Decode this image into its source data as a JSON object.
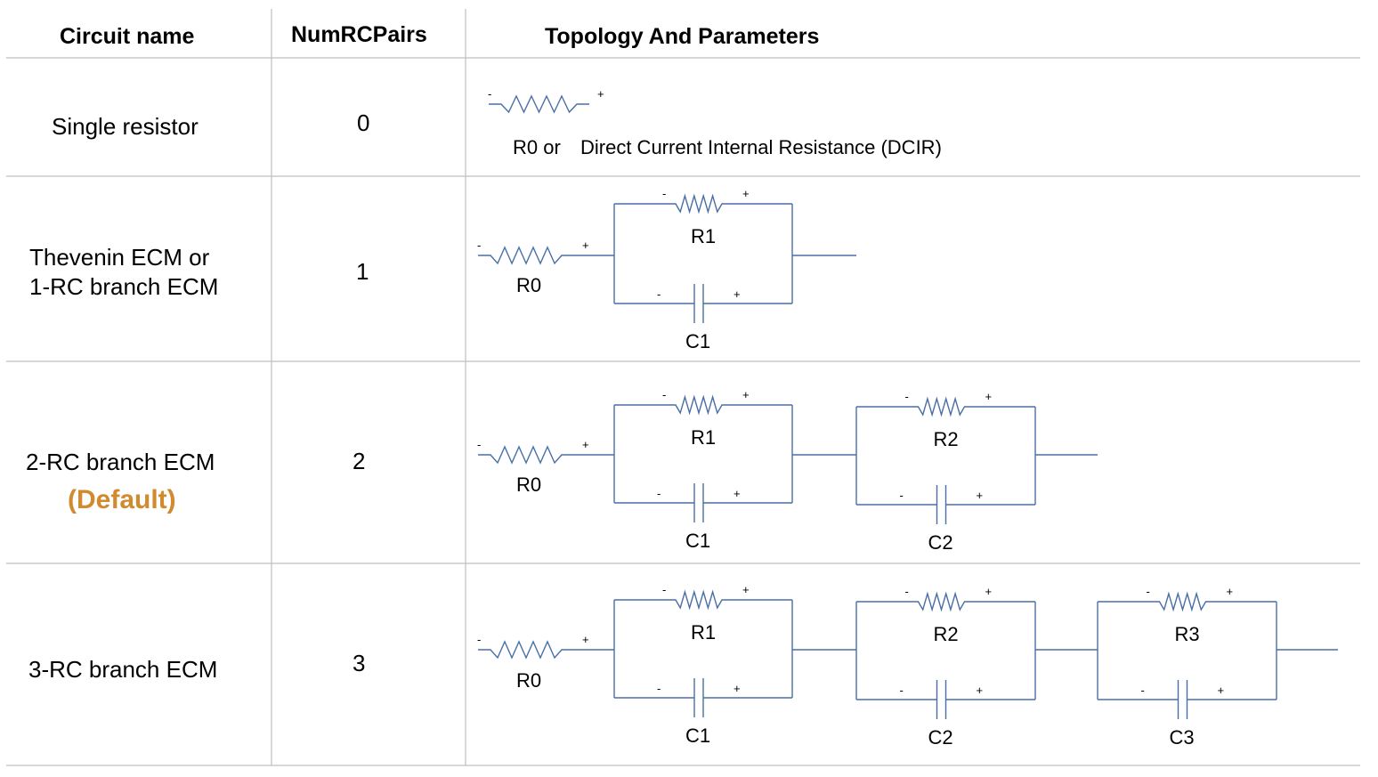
{
  "headers": {
    "circuit_name": "Circuit name",
    "num_rc_pairs": "NumRCPairs",
    "topology": "Topology And Parameters"
  },
  "rows": [
    {
      "name_line1": "Single resistor",
      "num": "0"
    },
    {
      "name_line1": "Thevenin ECM or",
      "name_line2": "1-RC branch ECM",
      "num": "1"
    },
    {
      "name_line1": "2-RC branch ECM",
      "default_label": "(Default)",
      "num": "2"
    },
    {
      "name_line1": "3-RC branch ECM",
      "num": "3"
    }
  ],
  "row0_caption": {
    "r0": "R0 or",
    "dcir": "Direct Current Internal Resistance (DCIR)"
  },
  "labels": {
    "r0": "R0",
    "r1": "R1",
    "r2": "R2",
    "r3": "R3",
    "c1": "C1",
    "c2": "C2",
    "c3": "C3",
    "minus": "-",
    "plus": "+"
  },
  "colors": {
    "wire": "#4a6fa5",
    "grid": "#bfbfbf",
    "default_text": "#d28a2e"
  }
}
